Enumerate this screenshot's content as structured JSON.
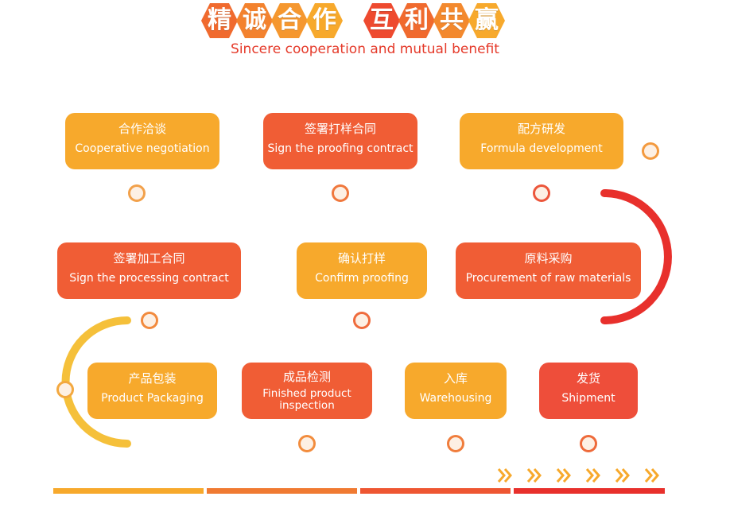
{
  "title": {
    "chars": [
      "精",
      "诚",
      "合",
      "作",
      "互",
      "利",
      "共",
      "赢"
    ],
    "subtitle": "Sincere cooperation and mutual benefit"
  },
  "steps": [
    {
      "zh": "合作洽谈",
      "en": "Cooperative negotiation"
    },
    {
      "zh": "签署打样合同",
      "en": "Sign the proofing contract"
    },
    {
      "zh": "配方研发",
      "en": "Formula development"
    },
    {
      "zh": "原料采购",
      "en": "Procurement of raw materials"
    },
    {
      "zh": "确认打样",
      "en": "Confirm proofing"
    },
    {
      "zh": "签署加工合同",
      "en": "Sign the processing contract"
    },
    {
      "zh": "产品包装",
      "en": "Product Packaging"
    },
    {
      "zh": "成品检测",
      "en": "Finished product inspection"
    },
    {
      "zh": "入库",
      "en": "Warehousing"
    },
    {
      "zh": "发货",
      "en": "Shipment"
    }
  ],
  "colors": {
    "yellow": "#f7a92c",
    "orange": "#f05d35",
    "red": "#e8302c",
    "path_start": "#f5c33b",
    "path_end": "#e8302c"
  },
  "icons": {
    "arrow": "double-chevron-right-icon"
  }
}
